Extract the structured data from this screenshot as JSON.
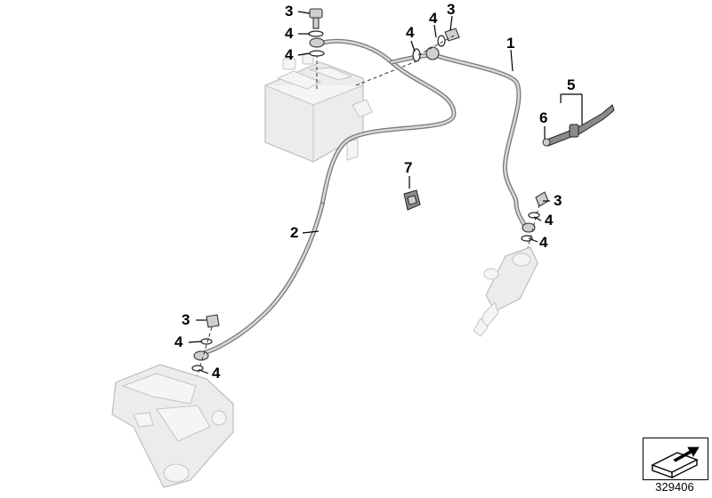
{
  "callouts": [
    {
      "id": "c1",
      "label": "1"
    },
    {
      "id": "c2",
      "label": "2"
    },
    {
      "id": "c3a",
      "label": "3"
    },
    {
      "id": "c3b",
      "label": "3"
    },
    {
      "id": "c3c",
      "label": "3"
    },
    {
      "id": "c3d",
      "label": "3"
    },
    {
      "id": "c4a",
      "label": "4"
    },
    {
      "id": "c4b",
      "label": "4"
    },
    {
      "id": "c4c",
      "label": "4"
    },
    {
      "id": "c4d",
      "label": "4"
    },
    {
      "id": "c4e",
      "label": "4"
    },
    {
      "id": "c4f",
      "label": "4"
    },
    {
      "id": "c4g",
      "label": "4"
    },
    {
      "id": "c4h",
      "label": "4"
    },
    {
      "id": "c5",
      "label": "5"
    },
    {
      "id": "c6",
      "label": "6"
    },
    {
      "id": "c7",
      "label": "7"
    }
  ],
  "reference_number": "329406",
  "colors": {
    "line": "#000000",
    "hose": "#7a7a7a",
    "ghost_part": "#ececec"
  },
  "icons": {
    "reference_box": "arrow-bracket-icon"
  }
}
